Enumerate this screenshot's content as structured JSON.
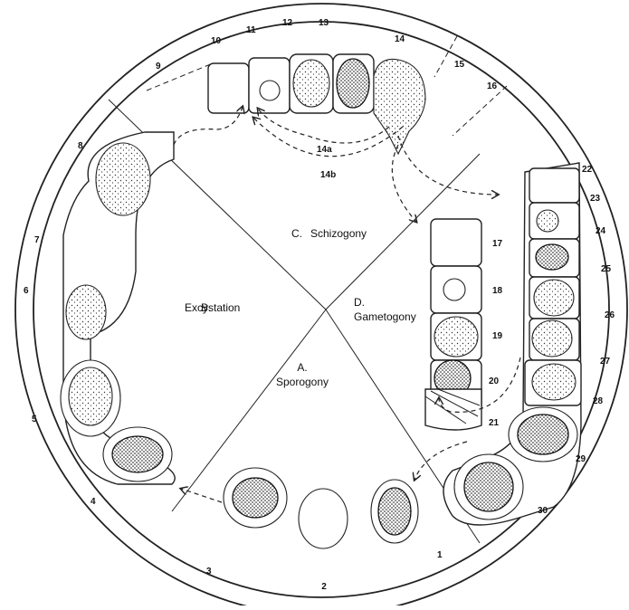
{
  "sections": {
    "A": {
      "letter": "A.",
      "name": "Sporogony"
    },
    "B": {
      "letter": "B.",
      "name": "Excystation"
    },
    "C": {
      "letter": "C.",
      "name": "Schizogony"
    },
    "D": {
      "letter": "D.",
      "name": "Gametogony"
    }
  },
  "stage_labels": {
    "outer": [
      "1",
      "2",
      "3",
      "4",
      "5",
      "6",
      "7",
      "8",
      "9",
      "10",
      "11",
      "12",
      "13",
      "14",
      "15",
      "16",
      "22",
      "23",
      "24",
      "25",
      "26",
      "27",
      "28",
      "29",
      "30"
    ],
    "inner": [
      "14a",
      "14b",
      "17",
      "18",
      "19",
      "20",
      "21"
    ]
  }
}
